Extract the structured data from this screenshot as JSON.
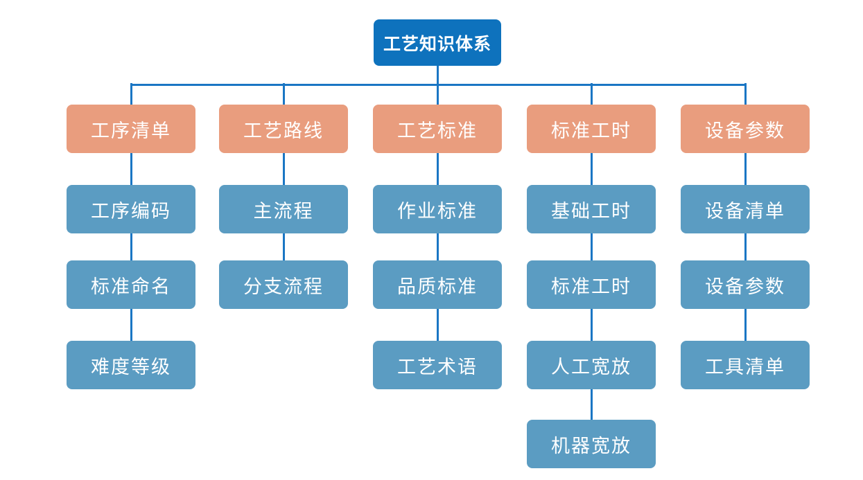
{
  "diagram": {
    "title": "工艺知识体系",
    "root": {
      "label": "工艺知识体系"
    },
    "branches": [
      {
        "label": "工序清单",
        "children": [
          "工序编码",
          "标准命名",
          "难度等级"
        ]
      },
      {
        "label": "工艺路线",
        "children": [
          "主流程",
          "分支流程"
        ]
      },
      {
        "label": "工艺标准",
        "children": [
          "作业标准",
          "品质标准",
          "工艺术语"
        ]
      },
      {
        "label": "标准工时",
        "children": [
          "基础工时",
          "标准工时",
          "人工宽放",
          "机器宽放"
        ]
      },
      {
        "label": "设备参数",
        "children": [
          "设备清单",
          "设备参数",
          "工具清单"
        ]
      }
    ],
    "colors": {
      "root_fill": "#0e72bd",
      "branch_fill": "#e99d7e",
      "child_fill": "#5b9cc2",
      "connector": "#1a76c4",
      "text": "#ffffff",
      "background": "#ffffff"
    }
  }
}
